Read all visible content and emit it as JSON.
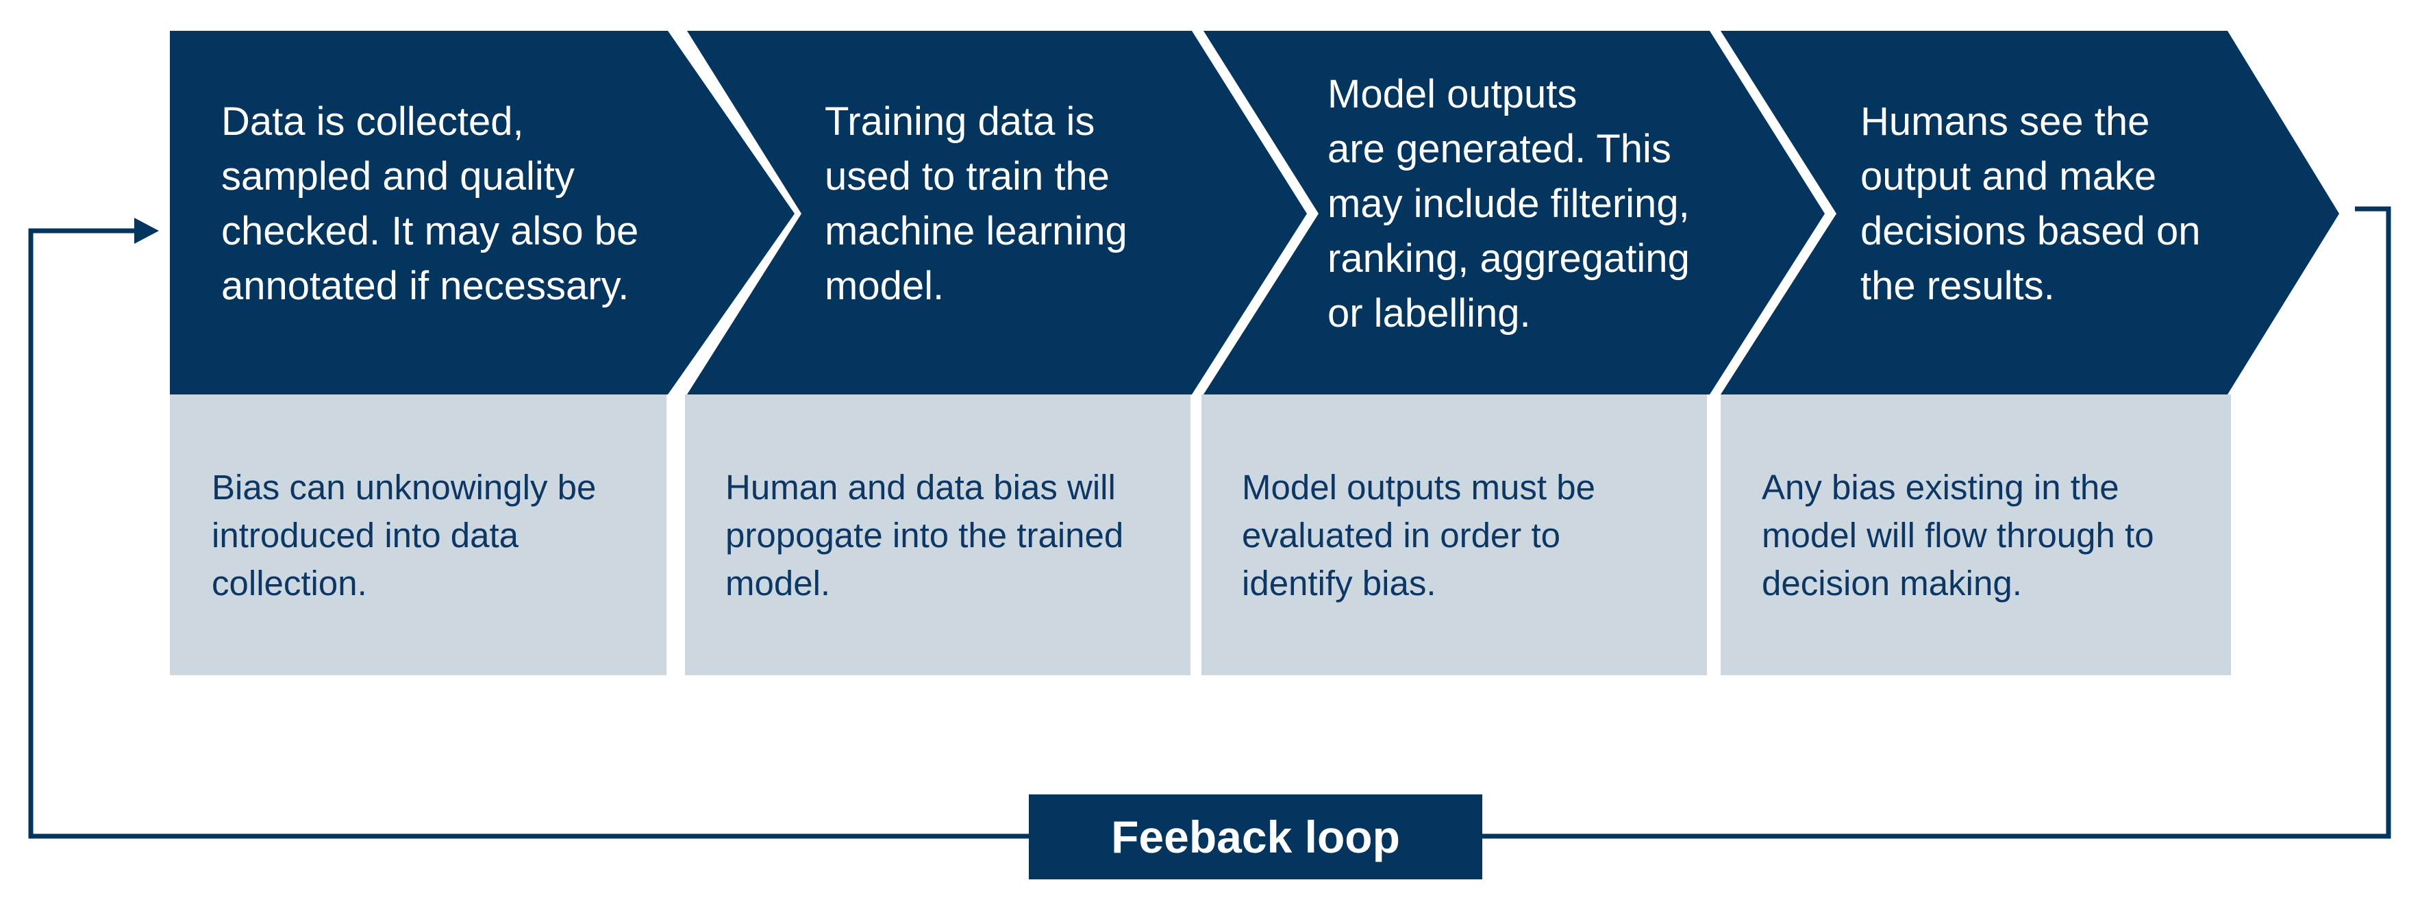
{
  "colors": {
    "navy": "#03355f",
    "panel": "#cdd7e0",
    "panel_text": "#0c3765",
    "background": "#ffffff"
  },
  "stages": [
    {
      "step_text": "Data is collected,\nsampled and quality\nchecked. It may also be\nannotated if necessary.",
      "bias_text": "Bias can unknowingly be\nintroduced into data\ncollection."
    },
    {
      "step_text": "Training data is\nused to train the\nmachine learning\nmodel.",
      "bias_text": "Human and data bias will\npropogate into the trained\nmodel."
    },
    {
      "step_text": "Model outputs\nare generated. This\nmay include filtering,\nranking, aggregating\nor labelling.",
      "bias_text": "Model outputs must be\nevaluated in order to\nidentify bias."
    },
    {
      "step_text": "Humans see the\noutput and make\ndecisions based on\nthe results.",
      "bias_text": "Any bias existing in the\nmodel will flow through to\ndecision making."
    }
  ],
  "feedback": {
    "label": "Feeback loop"
  }
}
